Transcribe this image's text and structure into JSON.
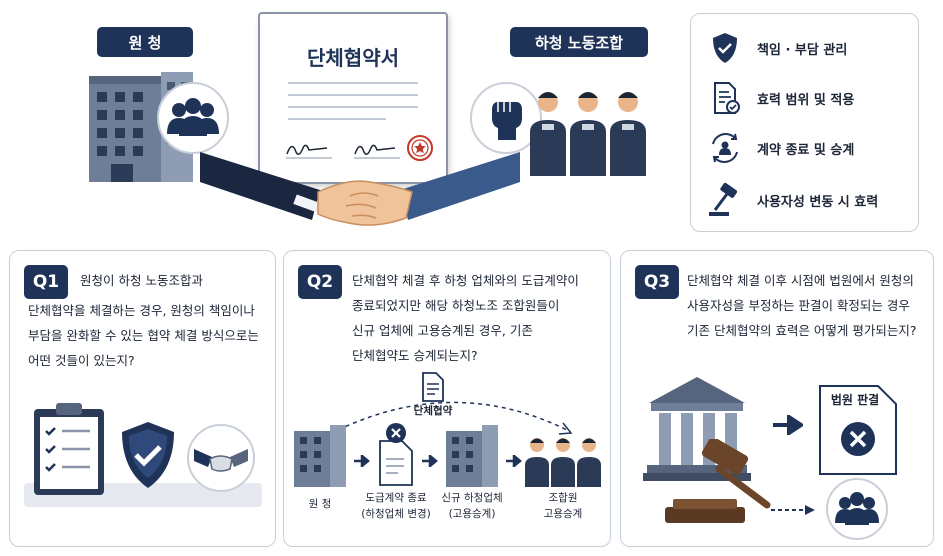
{
  "header": {
    "principal_label": "원 청",
    "union_label": "하청 노동조합",
    "document_title": "단체협약서"
  },
  "legend": {
    "items": [
      {
        "icon": "shield-check-icon",
        "label": "책임 · 부담 관리"
      },
      {
        "icon": "document-check-icon",
        "label": "효력 범위 및 적용"
      },
      {
        "icon": "cycle-people-icon",
        "label": "계약 종료 및 승계"
      },
      {
        "icon": "gavel-icon",
        "label": "사용자성 변동 시 효력"
      }
    ]
  },
  "questions": [
    {
      "badge": "Q1",
      "first_line": "원청이 하청 노동조합과",
      "lines": [
        "단체협약을 체결하는 경우, 원청의 책임이나",
        "부담을 완화할 수 있는 협약 체결 방식으로는",
        "어떤 것들이 있는지?"
      ]
    },
    {
      "badge": "Q2",
      "first_line": "단체협약 체결 후 하청 업체와의 도급계약이",
      "lines": [
        "종료되었지만 해당 하청노조 조합원들이",
        "신규 업체에 고용승계된 경우, 기존",
        "단체협약도 승계되는지?"
      ],
      "flow": {
        "doc_label": "단체협약",
        "steps": [
          {
            "lines": [
              "원 청"
            ]
          },
          {
            "lines": [
              "도급계약 종료",
              "(하청업체 변경)"
            ]
          },
          {
            "lines": [
              "신규 하청업체",
              "(고용승계)"
            ]
          },
          {
            "lines": [
              "조합원",
              "고용승계"
            ]
          }
        ]
      }
    },
    {
      "badge": "Q3",
      "first_line": "단체협약 체결 이후 시점에 법원에서 원청의",
      "lines": [
        "사용자성을 부정하는 판결이 확정되는 경우",
        "기존 단체협약의 효력은 어떻게 평가되는지?"
      ],
      "verdict_label": "법원 판결"
    }
  ],
  "colors": {
    "navy": "#1f3358",
    "slate": "#5b6b86",
    "red_seal": "#c0392b"
  }
}
